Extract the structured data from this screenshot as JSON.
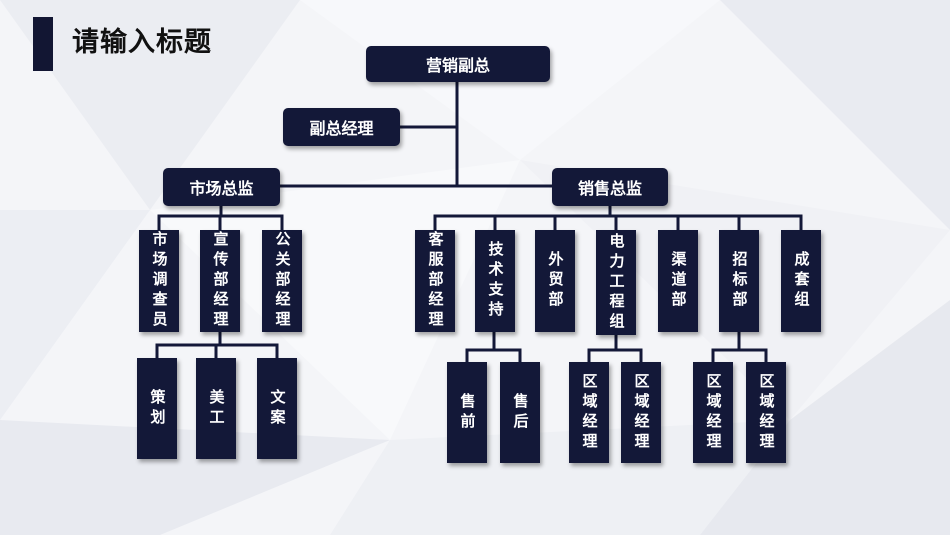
{
  "title": "请输入标题",
  "org_chart": {
    "top": "营销副总",
    "assistant": "副总经理",
    "directors": [
      "市场总监",
      "销售总监"
    ],
    "market_departments": [
      "市场调查员",
      "宣传部经理",
      "公关部经理"
    ],
    "market_teams": [
      "策划",
      "美工",
      "文案"
    ],
    "sales_departments": [
      "客服部经理",
      "技术支持",
      "外贸部",
      "电力工程组",
      "渠道部",
      "招标部",
      "成套组"
    ],
    "tech_support_teams": [
      "售前",
      "售后"
    ],
    "power_teams": [
      "区域经理",
      "区域经理"
    ],
    "bidding_teams": [
      "区域经理",
      "区域经理"
    ]
  },
  "colors": {
    "node": "#131838",
    "line": "#131838",
    "text": "#ffffff"
  }
}
